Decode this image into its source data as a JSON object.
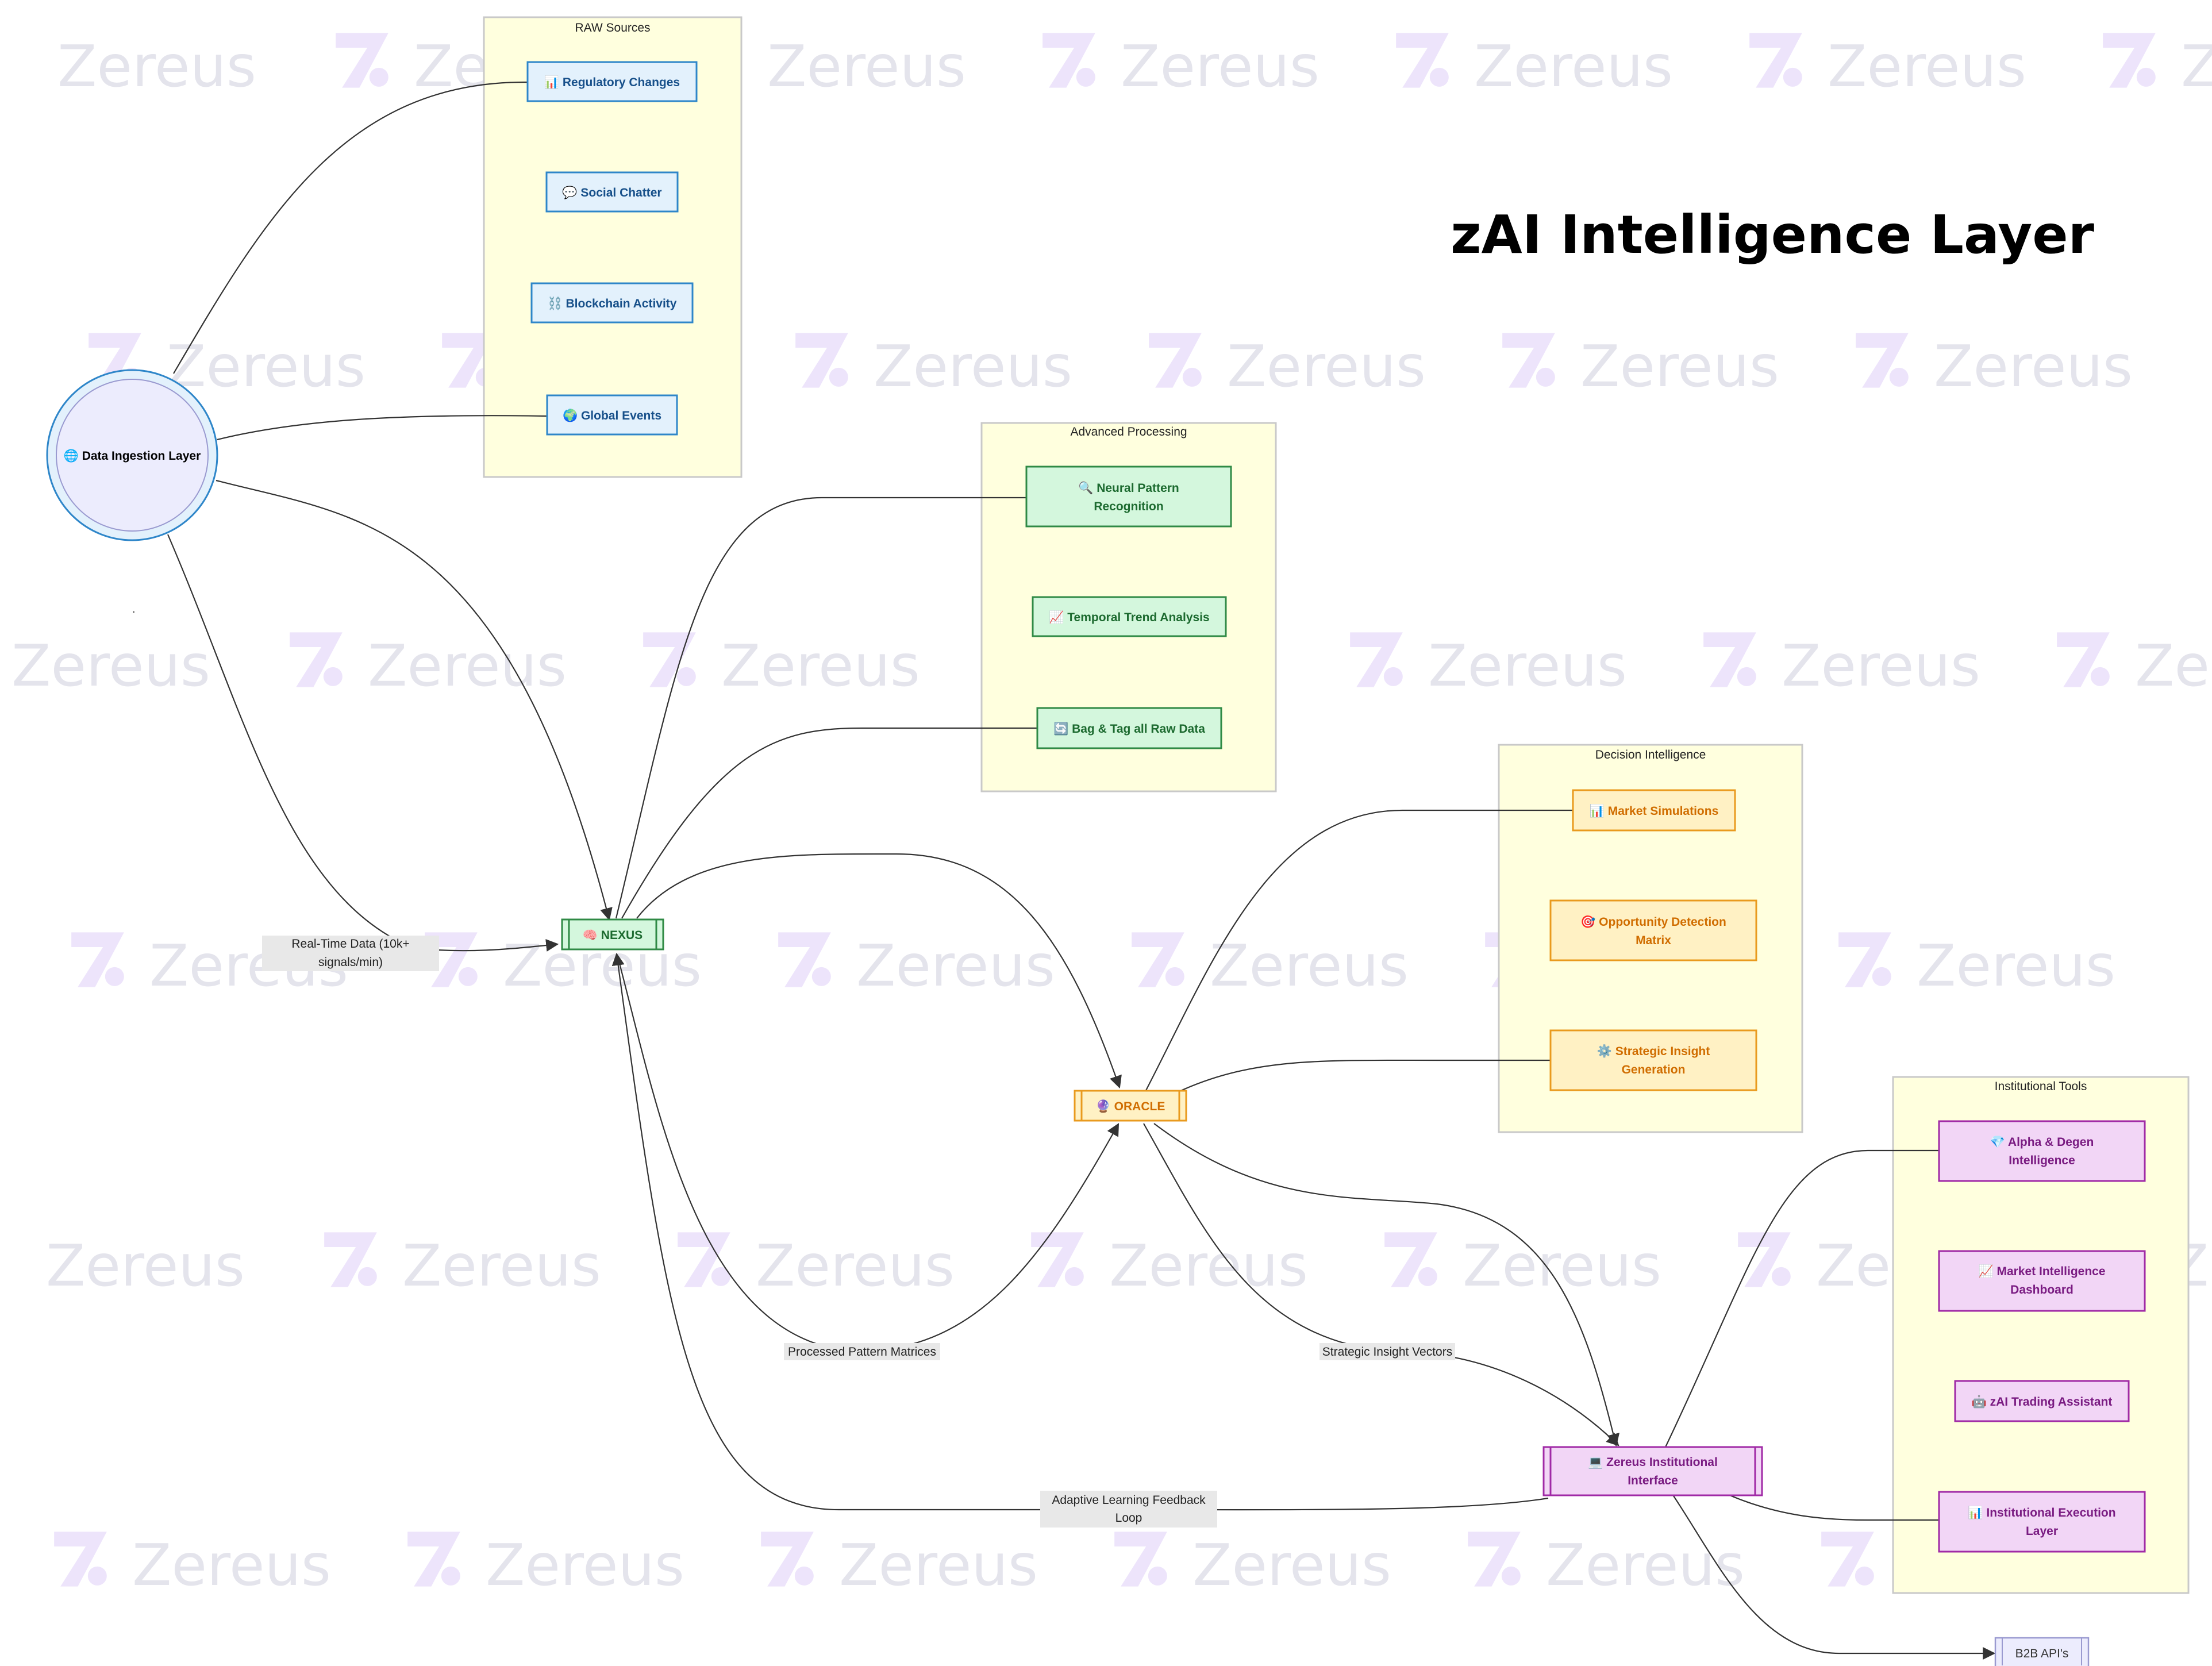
{
  "diagram": {
    "title": "zAI Intelligence Layer",
    "watermark": "Zereus",
    "colors": {
      "group_fill": "#ffffde",
      "source_node": "#e3f1fc",
      "processing_node": "#d4f7dd",
      "decision_node": "#fff1c4",
      "tool_node": "#f2d6f6",
      "input_node": "#ececfd"
    },
    "groups": {
      "raw_sources": "RAW Sources",
      "advanced_processing": "Advanced Processing",
      "decision_intelligence": "Decision Intelligence",
      "institutional_tools": "Institutional Tools"
    },
    "nodes": {
      "data_ingestion": {
        "icon": "globe-icon",
        "label": "🌐 Data Ingestion Layer"
      },
      "regulatory": {
        "icon": "bar-chart-icon",
        "label": "📊 Regulatory Changes"
      },
      "social": {
        "icon": "speech-bubble-icon",
        "label": "💬 Social Chatter"
      },
      "blockchain": {
        "icon": "chain-link-icon",
        "label": "⛓️ Blockchain Activity"
      },
      "global_events": {
        "icon": "globe-icon",
        "label": "🌍 Global Events"
      },
      "nexus": {
        "icon": "brain-icon",
        "label": "🧠 NEXUS"
      },
      "neural": {
        "icon": "magnifier-icon",
        "lines": [
          "🔍 Neural Pattern",
          "Recognition"
        ]
      },
      "temporal": {
        "icon": "trend-chart-icon",
        "label": "📈 Temporal Trend Analysis"
      },
      "bag_tag": {
        "icon": "cycle-icon",
        "label": "🔄 Bag & Tag all Raw Data"
      },
      "oracle": {
        "icon": "crystal-ball-icon",
        "label": "🔮 ORACLE"
      },
      "market_sim": {
        "icon": "bar-chart-icon",
        "label": "📊 Market Simulations"
      },
      "opportunity": {
        "icon": "target-icon",
        "lines": [
          "🎯 Opportunity Detection",
          "Matrix"
        ]
      },
      "strategic": {
        "icon": "gear-icon",
        "lines": [
          "⚙️ Strategic Insight",
          "Generation"
        ]
      },
      "alpha": {
        "icon": "diamond-icon",
        "lines": [
          "💎 Alpha & Degen",
          "Intelligence"
        ]
      },
      "market_dash": {
        "icon": "trend-chart-icon",
        "lines": [
          "📈 Market Intelligence",
          "Dashboard"
        ]
      },
      "trading": {
        "icon": "robot-icon",
        "label": "🤖 zAI Trading Assistant"
      },
      "execution": {
        "icon": "bar-chart-icon",
        "lines": [
          "📊 Institutional Execution",
          "Layer"
        ]
      },
      "interface": {
        "icon": "laptop-icon",
        "lines": [
          "💻 Zereus Institutional",
          "Interface"
        ]
      },
      "b2b": {
        "label": "B2B API's"
      }
    },
    "edge_labels": {
      "realtime": [
        "Real-Time Data (10k+",
        "signals/min)"
      ],
      "processed": "Processed Pattern Matrices",
      "strategic": "Strategic Insight Vectors",
      "feedback": [
        "Adaptive Learning Feedback",
        "Loop"
      ]
    },
    "stray_mark": "."
  }
}
